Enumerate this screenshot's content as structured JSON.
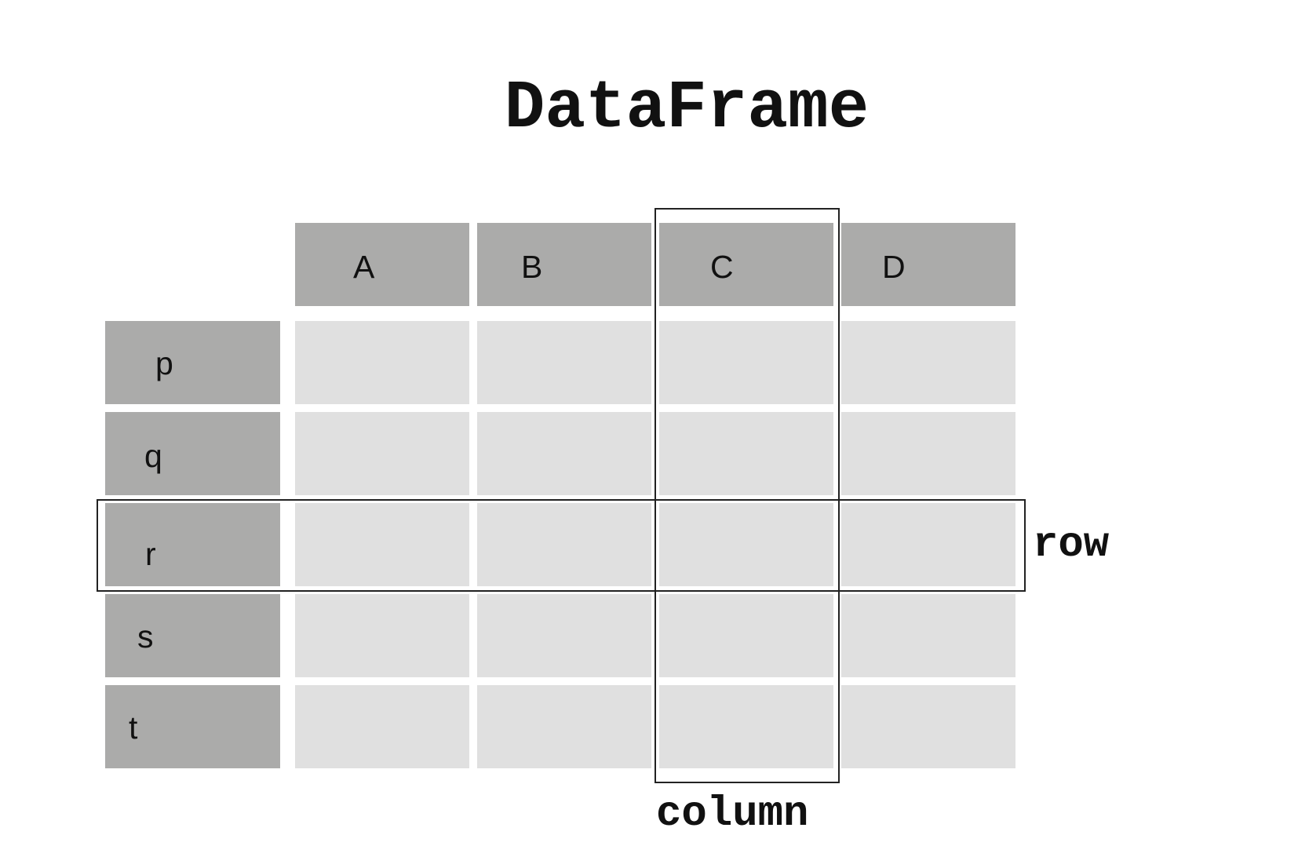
{
  "title": "DataFrame",
  "columns": [
    "A",
    "B",
    "C",
    "D"
  ],
  "rows": [
    "p",
    "q",
    "r",
    "s",
    "t"
  ],
  "highlighted_row_label": "row",
  "highlighted_column_label": "column",
  "highlighted_row": "r",
  "highlighted_column": "C",
  "colors": {
    "header_fill": "#ababaa",
    "cell_fill": "#e0e0e0",
    "highlight_border": "#222222"
  }
}
